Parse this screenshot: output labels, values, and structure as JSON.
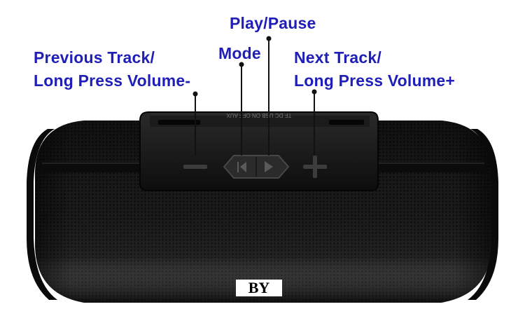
{
  "labels": {
    "play_pause": "Play/Pause",
    "mode": "Mode",
    "previous": {
      "line1": "Previous Track/",
      "line2": "Long Press Volume-"
    },
    "next": {
      "line1": "Next Track/",
      "line2": "Long Press Volume+"
    }
  },
  "panel_text": {
    "ports": "TF    DC    USB    ON OFF AUX"
  },
  "brand": {
    "logo": "BY"
  },
  "colors": {
    "label_text": "#1f1fb8",
    "speaker_body": "#141414",
    "leader_line": "#111111"
  },
  "icons": {
    "previous": "minus-icon",
    "mode": "mode-icon",
    "play_pause": "play-icon",
    "next": "plus-icon"
  }
}
